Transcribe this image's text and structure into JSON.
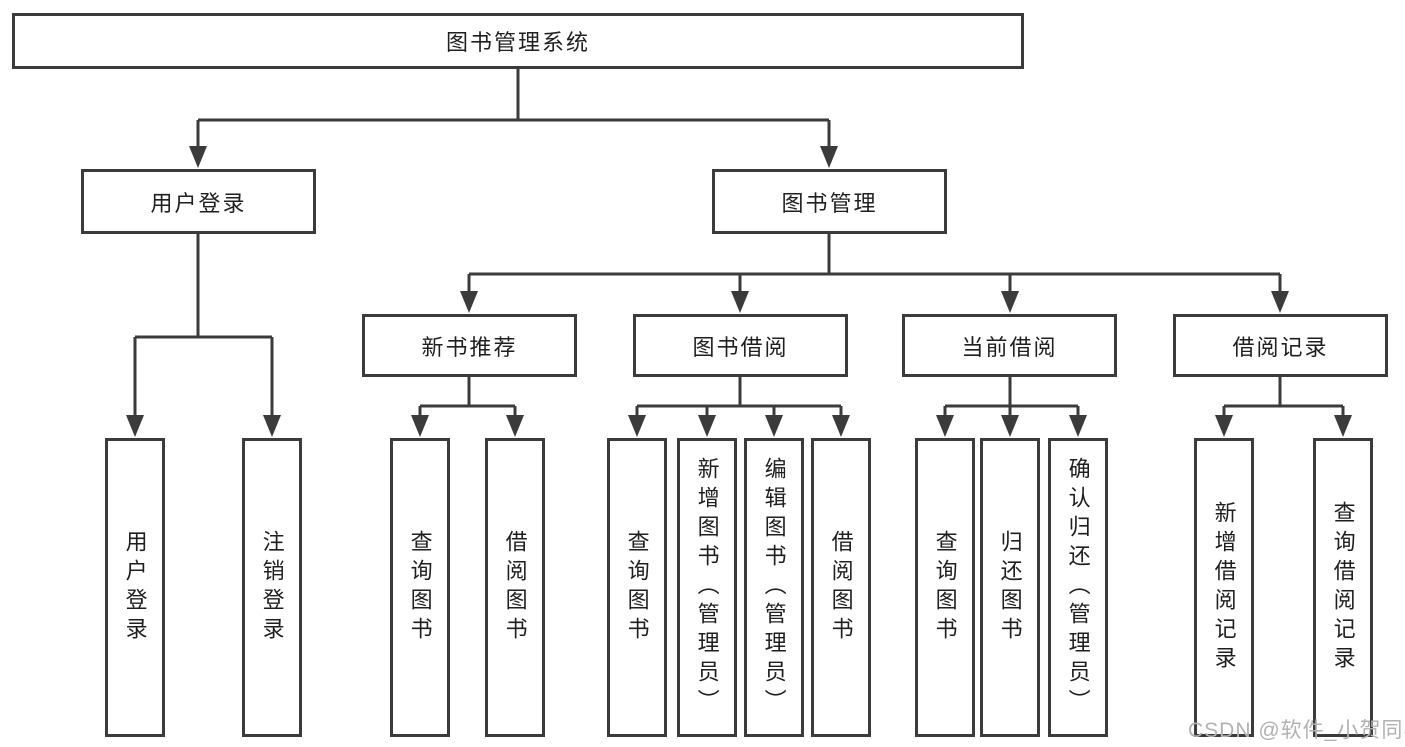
{
  "tree": {
    "root": "图书管理系统",
    "children": [
      {
        "label": "用户登录",
        "children": [
          {
            "label": "用户登录"
          },
          {
            "label": "注销登录"
          }
        ]
      },
      {
        "label": "图书管理",
        "children": [
          {
            "label": "新书推荐",
            "children": [
              {
                "label": "查询图书"
              },
              {
                "label": "借阅图书"
              }
            ]
          },
          {
            "label": "图书借阅",
            "children": [
              {
                "label": "查询图书"
              },
              {
                "label": "新增图书（管理员）"
              },
              {
                "label": "编辑图书（管理员）"
              },
              {
                "label": "借阅图书"
              }
            ]
          },
          {
            "label": "当前借阅",
            "children": [
              {
                "label": "查询图书"
              },
              {
                "label": "归还图书"
              },
              {
                "label": "确认归还（管理员）"
              }
            ]
          },
          {
            "label": "借阅记录",
            "children": [
              {
                "label": "新增借阅记录"
              },
              {
                "label": "查询借阅记录"
              }
            ]
          }
        ]
      }
    ]
  },
  "watermark": "CSDN @软件_小贺同学",
  "colors": {
    "line": "#3b3b3b",
    "text": "#1f1f1f",
    "watermark": "#b2b2b2"
  }
}
